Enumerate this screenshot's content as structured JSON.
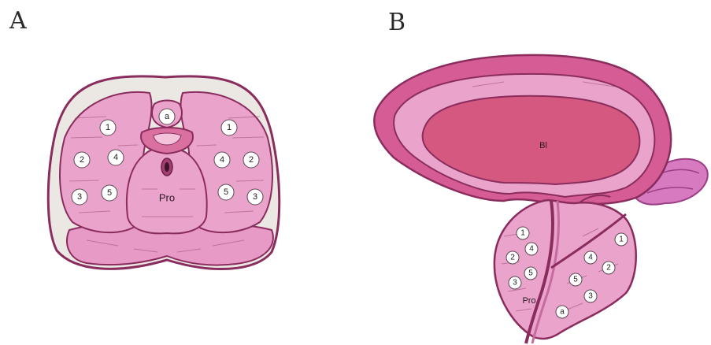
{
  "panels": {
    "a": {
      "letter": "A"
    },
    "b": {
      "letter": "B"
    }
  },
  "labels": {
    "prostate": "Pro",
    "bladder": "Bl",
    "apex": "a"
  },
  "zones": {
    "z1": "1",
    "z2": "2",
    "z3": "3",
    "z4": "4",
    "z5": "5"
  },
  "colors": {
    "tissue": "#eaa3cb",
    "tissue_dark": "#b8457e",
    "outline": "#8a2d5e",
    "capsule": "#e9e6e2",
    "bladder_lumen": "#d4587f",
    "vesicle": "#d77bc0"
  }
}
